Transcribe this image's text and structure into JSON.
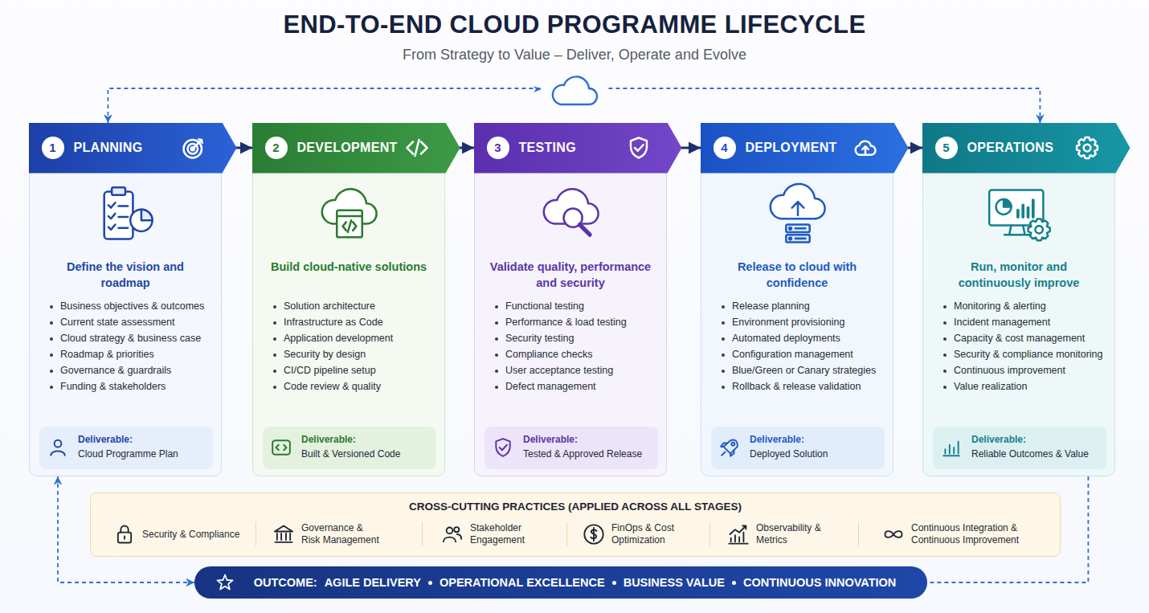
{
  "diagram": {
    "title": "END-TO-END CLOUD PROGRAMME LIFECYCLE",
    "nodes": [
      {
        "text": [
          "1",
          "PLANNING",
          "Define the vision and roadmap",
          "Business objectives & outcomes",
          "Current state assessment",
          "Cloud strategy & business case",
          "Roadmap & priorities",
          "Governance & guardrails",
          "Funding & stakeholders"
        ]
      },
      {
        "text": [
          "Deliverable:",
          "Cloud Programme Plan"
        ],
        "in": 0
      },
      {
        "text": [
          "2",
          "DEVELOPMENT",
          "Build cloud-native solutions",
          "Solution architecture",
          "Infrastructure as Code",
          "Application development",
          "Security by design",
          "CI/CD pipeline setup",
          "Code review & quality"
        ]
      },
      {
        "text": [
          "Deliverable:",
          "Built & Versioned Code"
        ],
        "in": 2
      },
      {
        "text": [
          "3",
          "TESTING",
          "Validate quality, performance and security",
          "Functional testing",
          "Performance & load testing",
          "Security testing",
          "Compliance checks",
          "User acceptance testing",
          "Defect management"
        ]
      },
      {
        "text": [
          "Deliverable:",
          "Tested & Approved Release"
        ],
        "in": 4
      },
      {
        "text": [
          "4",
          "DEPLOYMENT",
          "Release to cloud with confidence",
          "Release planning",
          "Environment provisioning",
          "Automated deployments",
          "Configuration management",
          "Blue/Green or Canary strategies",
          "Rollback & release validation"
        ]
      },
      {
        "text": [
          "Deliverable:",
          "Deployed Solution"
        ],
        "in": 6
      },
      {
        "text": [
          "5",
          "OPERATIONS",
          "Run, monitor and continuously improve",
          "Monitoring & alerting",
          "Incident management",
          "Capacity & cost management",
          "Security & compliance monitoring",
          "Continuous improvement",
          "Value realization"
        ]
      },
      {
        "text": [
          "Deliverable:",
          "Reliable Outcomes & Value"
        ],
        "in": 8
      },
      {
        "text": [
          "CROSS-CUTTING PRACTICES (APPLIED ACROSS ALL STAGES)",
          "Security & Compliance",
          "Governance & Risk Management",
          "Stakeholder Engagement",
          "FinOps & Cost Optimization",
          "Observability & Metrics",
          "Continuous Integration & Continuous Improvement"
        ]
      },
      {
        "text": [
          "OUTCOME:",
          "AGILE DELIVERY",
          "OPERATIONAL EXCELLENCE",
          "BUSINESS VALUE",
          "CONTINUOUS INNOVATION"
        ]
      }
    ],
    "edges": [
      {
        "from": 0,
        "to": 2,
        "arrow": "to"
      },
      {
        "from": 2,
        "to": 4,
        "arrow": "to"
      },
      {
        "from": 4,
        "to": 6,
        "arrow": "to"
      },
      {
        "from": 6,
        "to": 8,
        "arrow": "to"
      },
      {
        "from": 0,
        "to": 8,
        "arrow": "both"
      },
      {
        "from": 0,
        "to": 11,
        "arrow": "both"
      },
      {
        "from": 8,
        "to": 11,
        "arrow": "none"
      }
    ],
    "labels": [
      "From Strategy to Value – Deliver, Operate and Evolve"
    ]
  }
}
